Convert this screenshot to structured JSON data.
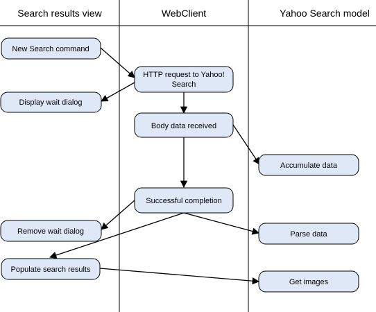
{
  "lanes": {
    "search_results_view": "Search results view",
    "webclient": "WebClient",
    "yahoo_search_model": "Yahoo Search model"
  },
  "nodes": {
    "new_search": "New Search command",
    "display_wait": "Display wait dialog",
    "http_request_l1": "HTTP request to Yahoo!",
    "http_request_l2": "Search",
    "body_data": "Body data received",
    "accumulate": "Accumulate data",
    "successful": "Successful completion",
    "remove_wait": "Remove wait dialog",
    "parse": "Parse data",
    "populate": "Populate search results",
    "get_images": "Get images"
  },
  "colors": {
    "node_fill": "#dfe8f7",
    "stroke": "#000000",
    "background": "#ffffff"
  }
}
